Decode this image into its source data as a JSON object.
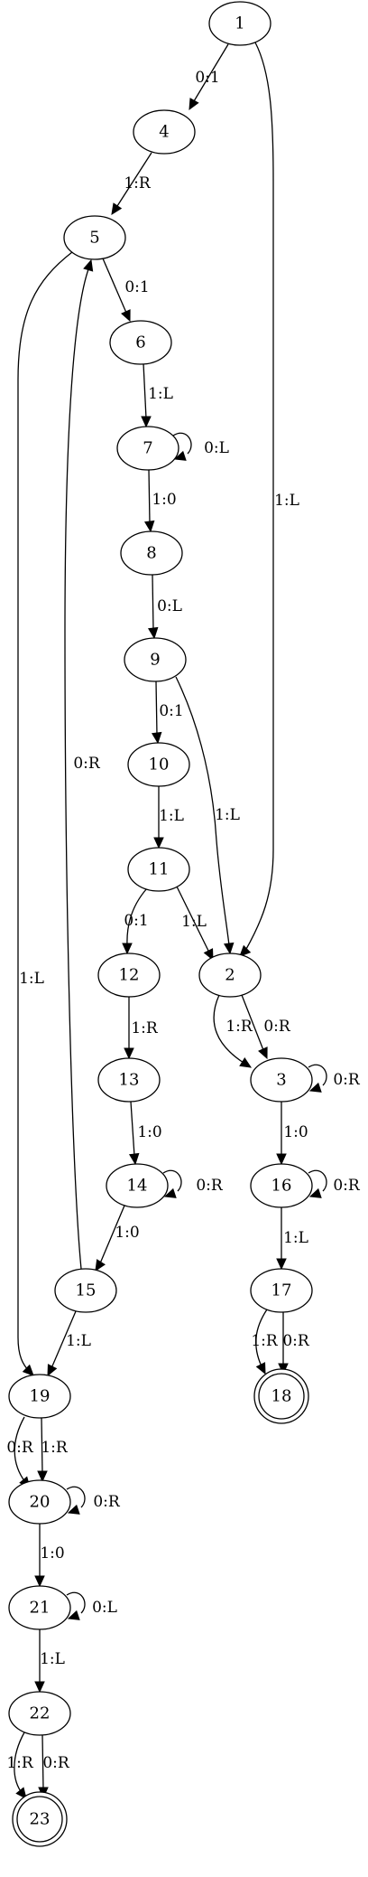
{
  "nodes": [
    {
      "id": "n1",
      "label": "1",
      "accept": false
    },
    {
      "id": "n4",
      "label": "4",
      "accept": false
    },
    {
      "id": "n5",
      "label": "5",
      "accept": false
    },
    {
      "id": "n6",
      "label": "6",
      "accept": false
    },
    {
      "id": "n7",
      "label": "7",
      "accept": false
    },
    {
      "id": "n8",
      "label": "8",
      "accept": false
    },
    {
      "id": "n9",
      "label": "9",
      "accept": false
    },
    {
      "id": "n10",
      "label": "10",
      "accept": false
    },
    {
      "id": "n11",
      "label": "11",
      "accept": false
    },
    {
      "id": "n12",
      "label": "12",
      "accept": false
    },
    {
      "id": "n13",
      "label": "13",
      "accept": false
    },
    {
      "id": "n14",
      "label": "14",
      "accept": false
    },
    {
      "id": "n15",
      "label": "15",
      "accept": false
    },
    {
      "id": "n19",
      "label": "19",
      "accept": false
    },
    {
      "id": "n20",
      "label": "20",
      "accept": false
    },
    {
      "id": "n21",
      "label": "21",
      "accept": false
    },
    {
      "id": "n22",
      "label": "22",
      "accept": false
    },
    {
      "id": "n23",
      "label": "23",
      "accept": true
    },
    {
      "id": "n2",
      "label": "2",
      "accept": false
    },
    {
      "id": "n3",
      "label": "3",
      "accept": false
    },
    {
      "id": "n16",
      "label": "16",
      "accept": false
    },
    {
      "id": "n17",
      "label": "17",
      "accept": false
    },
    {
      "id": "n18",
      "label": "18",
      "accept": true
    }
  ],
  "edges": [
    {
      "from": "n1",
      "to": "n4",
      "label": "0:1"
    },
    {
      "from": "n1",
      "to": "n2",
      "label": "1:L"
    },
    {
      "from": "n4",
      "to": "n5",
      "label": "1:R"
    },
    {
      "from": "n5",
      "to": "n6",
      "label": "0:1"
    },
    {
      "from": "n5",
      "to": "n19",
      "label": "1:L"
    },
    {
      "from": "n6",
      "to": "n7",
      "label": "1:L"
    },
    {
      "from": "n7",
      "to": "n7",
      "label": "0:L"
    },
    {
      "from": "n7",
      "to": "n8",
      "label": "1:0"
    },
    {
      "from": "n8",
      "to": "n9",
      "label": "0:L"
    },
    {
      "from": "n9",
      "to": "n10",
      "label": "0:1"
    },
    {
      "from": "n9",
      "to": "n2",
      "label": "1:L"
    },
    {
      "from": "n10",
      "to": "n11",
      "label": "1:L"
    },
    {
      "from": "n11",
      "to": "n12",
      "label": "0:1"
    },
    {
      "from": "n11",
      "to": "n2",
      "label": "1:L"
    },
    {
      "from": "n12",
      "to": "n13",
      "label": "1:R"
    },
    {
      "from": "n13",
      "to": "n14",
      "label": "1:0"
    },
    {
      "from": "n14",
      "to": "n14",
      "label": "0:R"
    },
    {
      "from": "n14",
      "to": "n15",
      "label": "1:0"
    },
    {
      "from": "n15",
      "to": "n5",
      "label": "0:R"
    },
    {
      "from": "n15",
      "to": "n19",
      "label": "1:L"
    },
    {
      "from": "n19",
      "to": "n20",
      "label": "0:R"
    },
    {
      "from": "n19",
      "to": "n20",
      "label": "1:R"
    },
    {
      "from": "n20",
      "to": "n20",
      "label": "0:R"
    },
    {
      "from": "n20",
      "to": "n21",
      "label": "1:0"
    },
    {
      "from": "n21",
      "to": "n21",
      "label": "0:L"
    },
    {
      "from": "n21",
      "to": "n22",
      "label": "1:L"
    },
    {
      "from": "n22",
      "to": "n23",
      "label": "1:R"
    },
    {
      "from": "n22",
      "to": "n23",
      "label": "0:R"
    },
    {
      "from": "n2",
      "to": "n3",
      "label": "1:R"
    },
    {
      "from": "n2",
      "to": "n3",
      "label": "0:R"
    },
    {
      "from": "n3",
      "to": "n3",
      "label": "0:R"
    },
    {
      "from": "n3",
      "to": "n16",
      "label": "1:0"
    },
    {
      "from": "n16",
      "to": "n16",
      "label": "0:R"
    },
    {
      "from": "n16",
      "to": "n17",
      "label": "1:L"
    },
    {
      "from": "n17",
      "to": "n18",
      "label": "1:R"
    },
    {
      "from": "n17",
      "to": "n18",
      "label": "0:R"
    }
  ]
}
